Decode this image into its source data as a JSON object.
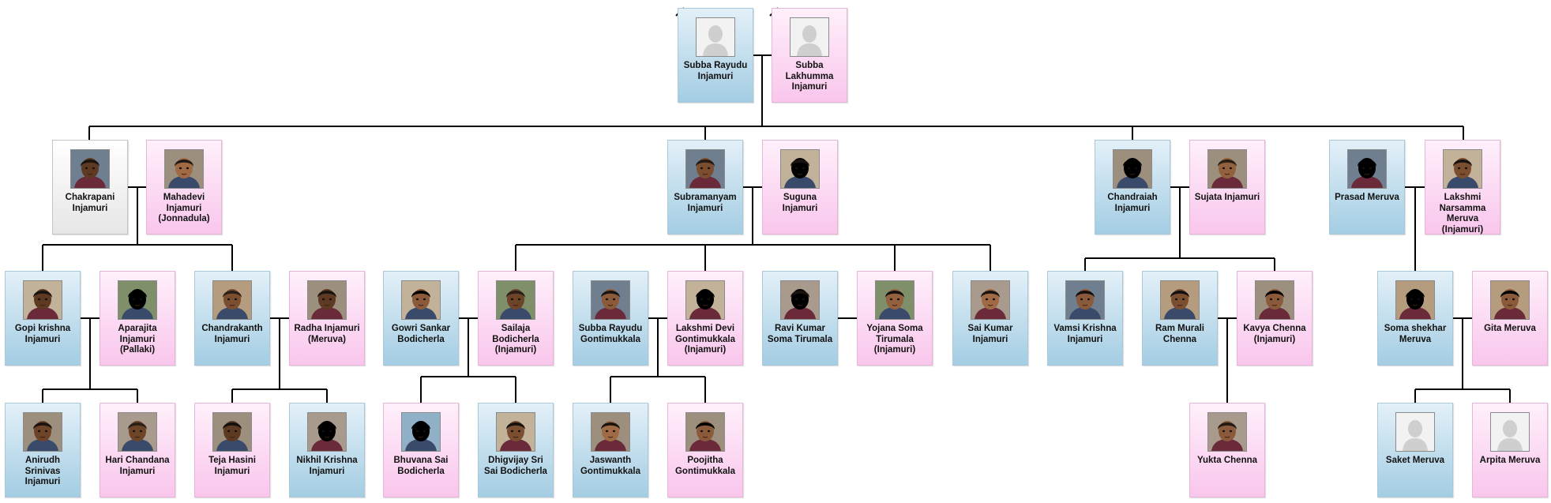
{
  "people": [
    {
      "id": "subba-rayudu-injamuri",
      "name": "Subba Rayudu Injamuri",
      "gender": "male",
      "photo": "placeholder-silhouette"
    },
    {
      "id": "subba-lakhumma-injamuri",
      "name": "Subba Lakhumma Injamuri",
      "gender": "female",
      "photo": "placeholder-silhouette"
    },
    {
      "id": "chakrapani-injamuri",
      "name": "Chakrapani Injamuri",
      "gender": "white",
      "photo": "portrait"
    },
    {
      "id": "mahadevi-injamuri",
      "name": "Mahadevi Injamuri (Jonnadula)",
      "gender": "female",
      "photo": "portrait"
    },
    {
      "id": "subramanyam-injamuri",
      "name": "Subramanyam Injamuri",
      "gender": "male",
      "photo": "portrait"
    },
    {
      "id": "suguna-injamuri",
      "name": "Suguna Injamuri",
      "gender": "female",
      "photo": "portrait"
    },
    {
      "id": "chandraiah-injamuri",
      "name": "Chandraiah Injamuri",
      "gender": "male",
      "photo": "portrait"
    },
    {
      "id": "sujata-injamuri",
      "name": "Sujata Injamuri",
      "gender": "female",
      "photo": "portrait"
    },
    {
      "id": "prasad-meruva",
      "name": "Prasad Meruva",
      "gender": "male",
      "photo": "portrait"
    },
    {
      "id": "lakshmi-narsamma-meruva",
      "name": "Lakshmi Narsamma Meruva (Injamuri)",
      "gender": "female",
      "photo": "portrait"
    },
    {
      "id": "gopi-krishna-injamuri",
      "name": "Gopi krishna Injamuri",
      "gender": "male",
      "photo": "portrait"
    },
    {
      "id": "aparajita-injamuri",
      "name": "Aparajita Injamuri (Pallaki)",
      "gender": "female",
      "photo": "portrait"
    },
    {
      "id": "chandrakanth-injamuri",
      "name": "Chandrakanth Injamuri",
      "gender": "male",
      "photo": "portrait"
    },
    {
      "id": "radha-injamuri",
      "name": "Radha Injamuri (Meruva)",
      "gender": "female",
      "photo": "portrait"
    },
    {
      "id": "gowri-sankar-bodicherla",
      "name": "Gowri Sankar Bodicherla",
      "gender": "male",
      "photo": "portrait"
    },
    {
      "id": "sailaja-bodicherla",
      "name": "Sailaja Bodicherla (Injamuri)",
      "gender": "female",
      "photo": "portrait"
    },
    {
      "id": "subba-rayudu-gontimukkala",
      "name": "Subba Rayudu Gontimukkala",
      "gender": "male",
      "photo": "portrait"
    },
    {
      "id": "lakshmi-devi-gontimukkala",
      "name": "Lakshmi Devi Gontimukkala (Injamuri)",
      "gender": "female",
      "photo": "portrait"
    },
    {
      "id": "ravi-kumar-soma-tirumala",
      "name": "Ravi Kumar Soma Tirumala",
      "gender": "male",
      "photo": "portrait"
    },
    {
      "id": "yojana-soma-tirumala",
      "name": "Yojana Soma Tirumala (Injamuri)",
      "gender": "female",
      "photo": "portrait"
    },
    {
      "id": "sai-kumar-injamuri",
      "name": "Sai Kumar Injamuri",
      "gender": "male",
      "photo": "portrait"
    },
    {
      "id": "vamsi-krishna-injamuri",
      "name": "Vamsi Krishna Injamuri",
      "gender": "male",
      "photo": "portrait"
    },
    {
      "id": "ram-murali-chenna",
      "name": "Ram Murali Chenna",
      "gender": "male",
      "photo": "portrait"
    },
    {
      "id": "kavya-chenna",
      "name": "Kavya Chenna (Injamuri)",
      "gender": "female",
      "photo": "portrait"
    },
    {
      "id": "soma-shekhar-meruva",
      "name": "Soma shekhar Meruva",
      "gender": "male",
      "photo": "portrait"
    },
    {
      "id": "gita-meruva",
      "name": "Gita Meruva",
      "gender": "female",
      "photo": "portrait"
    },
    {
      "id": "anirudh-srinivas-injamuri",
      "name": "Anirudh Srinivas Injamuri",
      "gender": "male",
      "photo": "portrait"
    },
    {
      "id": "hari-chandana-injamuri",
      "name": "Hari Chandana Injamuri",
      "gender": "female",
      "photo": "portrait"
    },
    {
      "id": "teja-hasini-injamuri",
      "name": "Teja Hasini Injamuri",
      "gender": "female",
      "photo": "portrait"
    },
    {
      "id": "nikhil-krishna-injamuri",
      "name": "Nikhil Krishna Injamuri",
      "gender": "male",
      "photo": "portrait"
    },
    {
      "id": "bhuvana-sai-bodicherla",
      "name": "Bhuvana Sai Bodicherla",
      "gender": "female",
      "photo": "portrait"
    },
    {
      "id": "dhigvijay-sri-sai-bodicherla",
      "name": "Dhigvijay Sri Sai Bodicherla",
      "gender": "male",
      "photo": "portrait"
    },
    {
      "id": "jaswanth-gontimukkala",
      "name": "Jaswanth Gontimukkala",
      "gender": "male",
      "photo": "portrait"
    },
    {
      "id": "poojitha-gontimukkala",
      "name": "Poojitha Gontimukkala",
      "gender": "female",
      "photo": "portrait"
    },
    {
      "id": "yukta-chenna",
      "name": "Yukta Chenna",
      "gender": "female",
      "photo": "portrait"
    },
    {
      "id": "saket-meruva",
      "name": "Saket Meruva",
      "gender": "male",
      "photo": "placeholder-silhouette"
    },
    {
      "id": "arpita-meruva",
      "name": "Arpita Meruva",
      "gender": "female",
      "photo": "placeholder-silhouette"
    }
  ],
  "colors": {
    "male_card": "#a4cde3",
    "female_card": "#f9c6ec",
    "connector_line": "#000000",
    "placeholder_photo": "#cfcfcf"
  }
}
